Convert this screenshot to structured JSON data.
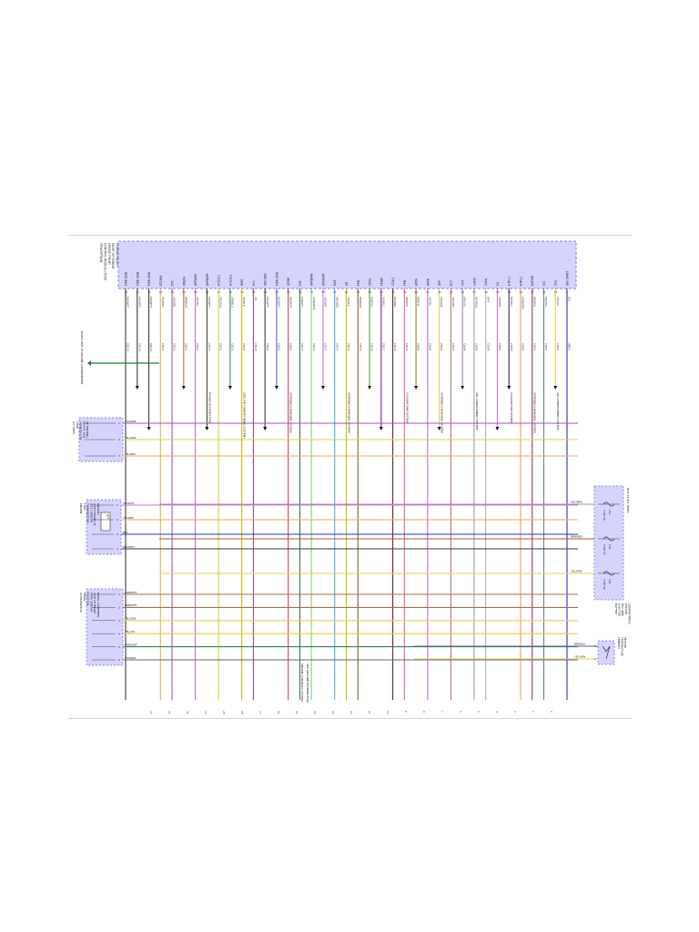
{
  "pcm": {
    "title": [
      "POWERTRAIN",
      "CONTROL MODULE (PCM)",
      "(INSIDE FRONT",
      "RIGHT OF ENGINE",
      "COMPARTMENT)"
    ],
    "pins": [
      {
        "label": "PWR GND",
        "pin": "73",
        "color": "BLK/WHT",
        "circuit": "GD114"
      },
      {
        "label": "PWR GND",
        "pin": "74",
        "color": "BLK/WHT",
        "circuit": "GD114"
      },
      {
        "label": "PWR GND",
        "pin": "75",
        "color": "BLK/WHT",
        "circuit": "GD114"
      },
      {
        "label": "ETCREF",
        "pin": "28",
        "color": "YEL/RED",
        "circuit": "CE912"
      },
      {
        "label": "ETC-",
        "pin": "29",
        "color": "VIO/GRN",
        "circuit": "CE913"
      },
      {
        "label": "VREFA",
        "pin": "50",
        "color": "BRN/WHT",
        "circuit": "CE903"
      },
      {
        "label": "APPGND",
        "pin": "58",
        "color": "VIO/YEL",
        "circuit": "CE922"
      },
      {
        "label": "APPBVRF",
        "pin": "69",
        "color": "BLK/WHT",
        "circuit": "CE923"
      },
      {
        "label": "HO2S11",
        "pin": "51",
        "color": "YEL/LBLU",
        "circuit": "CE931"
      },
      {
        "label": "HO2S21",
        "pin": "52",
        "color": "GRN/BLU",
        "circuit": "CE932"
      },
      {
        "label": "IMRC",
        "pin": "19",
        "color": "YEL/BLK",
        "circuit": "CE940"
      },
      {
        "label": "KS1",
        "pin": "35",
        "color": "VIO",
        "circuit": "CE945"
      },
      {
        "label": "IGN GND",
        "pin": "94",
        "color": "BLK/WHT",
        "circuit": "CE950"
      },
      {
        "label": "PWR GND",
        "pin": "71",
        "color": "BLU/WHT",
        "circuit": "CE951"
      },
      {
        "label": "VPWR",
        "pin": "97",
        "color": "RED/WHT",
        "circuit": "CE960"
      },
      {
        "label": "PSP",
        "pin": "33",
        "color": "GRN/VIO",
        "circuit": "CE970"
      },
      {
        "label": "APPBVRF",
        "pin": "55",
        "color": "LGRN/WHT",
        "circuit": "CE971"
      },
      {
        "label": "APPAVRF",
        "pin": "56",
        "color": "VIO/WHT",
        "circuit": "CE972"
      },
      {
        "label": "MAF",
        "pin": "61",
        "color": "LBLU/BLK",
        "circuit": "CE973"
      },
      {
        "label": "IAT",
        "pin": "62",
        "color": "YEL/BLK",
        "circuit": "CE974"
      },
      {
        "label": "FPM",
        "pin": "63",
        "color": "BRN/GRN",
        "circuit": "CE975"
      },
      {
        "label": "CMS1",
        "pin": "66",
        "color": "GRN/YEL",
        "circuit": "CE976"
      },
      {
        "label": "FPDM",
        "pin": "67",
        "color": "VIO/BLK",
        "circuit": "CE977"
      },
      {
        "label": "COIL5",
        "pin": "78",
        "color": "BLK/RED",
        "circuit": "CE978"
      },
      {
        "label": "FPM",
        "pin": "79",
        "color": "PNK/BLK",
        "circuit": "CE979"
      },
      {
        "label": "APPA",
        "pin": "80",
        "color": "BRN/YEL",
        "circuit": "CE980"
      },
      {
        "label": "APPB",
        "pin": "81",
        "color": "VIO/YEL",
        "circuit": "CE981"
      },
      {
        "label": "APP",
        "pin": "82",
        "color": "YEL/GRN",
        "circuit": "CE982"
      },
      {
        "label": "ECT",
        "pin": "45",
        "color": "GRY/RED",
        "circuit": "CE983"
      },
      {
        "label": "CHT",
        "pin": "46",
        "color": "GRY/VIO",
        "circuit": "CE984"
      },
      {
        "label": "CANH",
        "pin": "47",
        "color": "WHT/BLU",
        "circuit": "CE985"
      },
      {
        "label": "CANL",
        "pin": "48",
        "color": "WHT",
        "circuit": "CE986"
      },
      {
        "label": "FLI",
        "pin": "38",
        "color": "VIO/WHT",
        "circuit": "CE987"
      },
      {
        "label": "HTR11",
        "pin": "39",
        "color": "BLK/BLU",
        "circuit": "CE988"
      },
      {
        "label": "HTR21",
        "pin": "40",
        "color": "LGRN/RED",
        "circuit": "CE989"
      },
      {
        "label": "KAPWR",
        "pin": "41",
        "color": "RED/BLU",
        "circuit": "CE990"
      },
      {
        "label": "ISS",
        "pin": "42",
        "color": "GRY/BLU",
        "circuit": "CE991"
      },
      {
        "label": "OSS",
        "pin": "43",
        "color": "YEL/VIO",
        "circuit": "CE992"
      },
      {
        "label": "IGN START",
        "pin": "1",
        "color": "BLU",
        "circuit": "SBB01"
      }
    ]
  },
  "wire_colors": {
    "BLK/WHT": "#3a3a3a",
    "YEL/RED": "#e8b04a",
    "VIO/GRN": "#9b59b6",
    "BRN/WHT": "#a0704a",
    "VIO/YEL": "#c06cd0",
    "YEL/LBLU": "#e0cc30",
    "GRN/BLU": "#2e8b57",
    "YEL/BLK": "#d4b800",
    "VIO": "#8e44ad",
    "BLU/WHT": "#4466dd",
    "RED/WHT": "#d04050",
    "GRN/VIO": "#2e7d32",
    "LGRN/WHT": "#88cc88",
    "VIO/WHT": "#d070e0",
    "LBLU/BLK": "#55aadd",
    "BRN/GRN": "#8b5a2b",
    "GRN/YEL": "#5a9a2a",
    "VIO/BLK": "#7b1fa2",
    "BLK/RED": "#802020",
    "PNK/BLK": "#e060a0",
    "BRN/YEL": "#b07a30",
    "YEL/GRN": "#e6d24a",
    "GRY/RED": "#c07070",
    "GRY/VIO": "#9a8aaa",
    "WHT/BLU": "#8aa0d0",
    "WHT": "#b0b0b0",
    "BLK/BLU": "#2a2a6a",
    "LGRN/RED": "#f0a050",
    "RED/BLU": "#b03060",
    "GRY/BLU": "#6080a0",
    "YEL/VIO": "#e8c840",
    "BLU": "#2233cc",
    "BRN/BLU": "#5a5aa0",
    "BRN/RED": "#b05a20",
    "BRN/ORG": "#d2691e",
    "WHT/YEL": "#e8d070",
    "GRN/WHT": "#2a8a4a"
  },
  "destinations": [
    "POWER DISTRIBUTION",
    "(SEE AIR CONDITIONING SYSTEM)",
    "STARTING/CHARGING SYSTEM",
    "STARTING/CHARGING SYSTEM",
    "COOLING FAN SYSTEM",
    "STARTING/CHARGING SYSTEM",
    "AIR CONDITIONING SYSTEM",
    "COOLING FAN SYSTEM",
    "STARTING/CHARGING SYSTEM",
    "AIR CONDITIONING SYSTEM"
  ],
  "fuse_box": {
    "title": [
      "BATTERY",
      "JUNCTION",
      "BOX (BJB)",
      "(ENGINE",
      "COMPARTMENT)"
    ],
    "header": "HOT AT ALL TIMES",
    "fuses": [
      {
        "name": "FUSE 19",
        "rating": "20A",
        "wire": "GRY/BRN",
        "circuit": "SBB19"
      },
      {
        "name": "FUSE 10",
        "rating": "15A",
        "wire": "BRN/RED",
        "circuit": "SBB10"
      },
      {
        "name": "FUSE 14",
        "rating": "10A",
        "wire": "YEL/GRN",
        "circuit": "SBB14"
      }
    ]
  },
  "ambient_sensor": {
    "title": [
      "AMBIENT",
      "TEMPERATURE",
      "SENSOR"
    ],
    "pins": [
      {
        "pin": "1",
        "color": "BRN/BLU",
        "circuit": "CE960"
      },
      {
        "pin": "2",
        "color": "YEL/GRN",
        "circuit": "RC125"
      }
    ]
  },
  "components": [
    {
      "title": [
        "A/C PRES-",
        "SURE",
        "TRANSDUCER",
        "(RIGHT SIDE",
        "OF ENGINE)"
      ],
      "pins": [
        {
          "pin": "1",
          "color": "VIO/GRN",
          "circuit": "CE912"
        },
        {
          "pin": "2",
          "color": "YEL/GRN",
          "circuit": "CE914"
        },
        {
          "pin": "3",
          "color": "YEL/RED",
          "circuit": "CE915"
        }
      ]
    },
    {
      "title": [
        "ENGINE",
        "FUEL",
        "TEMPERATURE",
        "(EFT) SENSOR",
        "(LEFT FRONT OF",
        "ENGINE)"
      ],
      "pins": [
        {
          "pin": "1",
          "color": "VIO/WHT",
          "circuit": "CE920"
        },
        {
          "pin": "2",
          "color": "YEL/RED",
          "circuit": "CE921"
        },
        {
          "pin": "3",
          "color": "BLU",
          "circuit": "CE922"
        },
        {
          "pin": "4",
          "color": "BLK/WHT",
          "circuit": "CE923"
        }
      ],
      "inner_label": "EFT"
    },
    {
      "title": [
        "ACCELERATOR",
        "PEDAL",
        "POSITION",
        "(APP) SENSOR",
        "(TOP OF BRAKE",
        "PEDAL ASSEMBLY)"
      ],
      "pins": [
        {
          "pin": "1",
          "color": "BRN/WHT",
          "circuit": "CE930"
        },
        {
          "pin": "2",
          "color": "BRN/WHT",
          "circuit": "CE931"
        },
        {
          "pin": "3",
          "color": "YEL/GRN",
          "circuit": "CE932"
        },
        {
          "pin": "4",
          "color": "YEL/VIO",
          "circuit": "CE933"
        },
        {
          "pin": "5",
          "color": "GRN/WHT",
          "circuit": "CE934"
        },
        {
          "pin": "6",
          "color": "VIO/BRN",
          "circuit": "CE935"
        }
      ]
    }
  ],
  "notes": [
    "RIGHT SIDE OF ENGINE COMPARTMENT",
    "ENGINE CONTROLS SYSTEM",
    "SEE GROUND DISTRIBUTION"
  ],
  "bottom_pins": [
    "22",
    "23",
    "21",
    "25",
    "26",
    "18",
    "27",
    "16",
    "11",
    "14",
    "13",
    "15",
    "12",
    "10",
    "8",
    "9",
    "7",
    "6",
    "5",
    "4",
    "3",
    "2",
    "1"
  ]
}
